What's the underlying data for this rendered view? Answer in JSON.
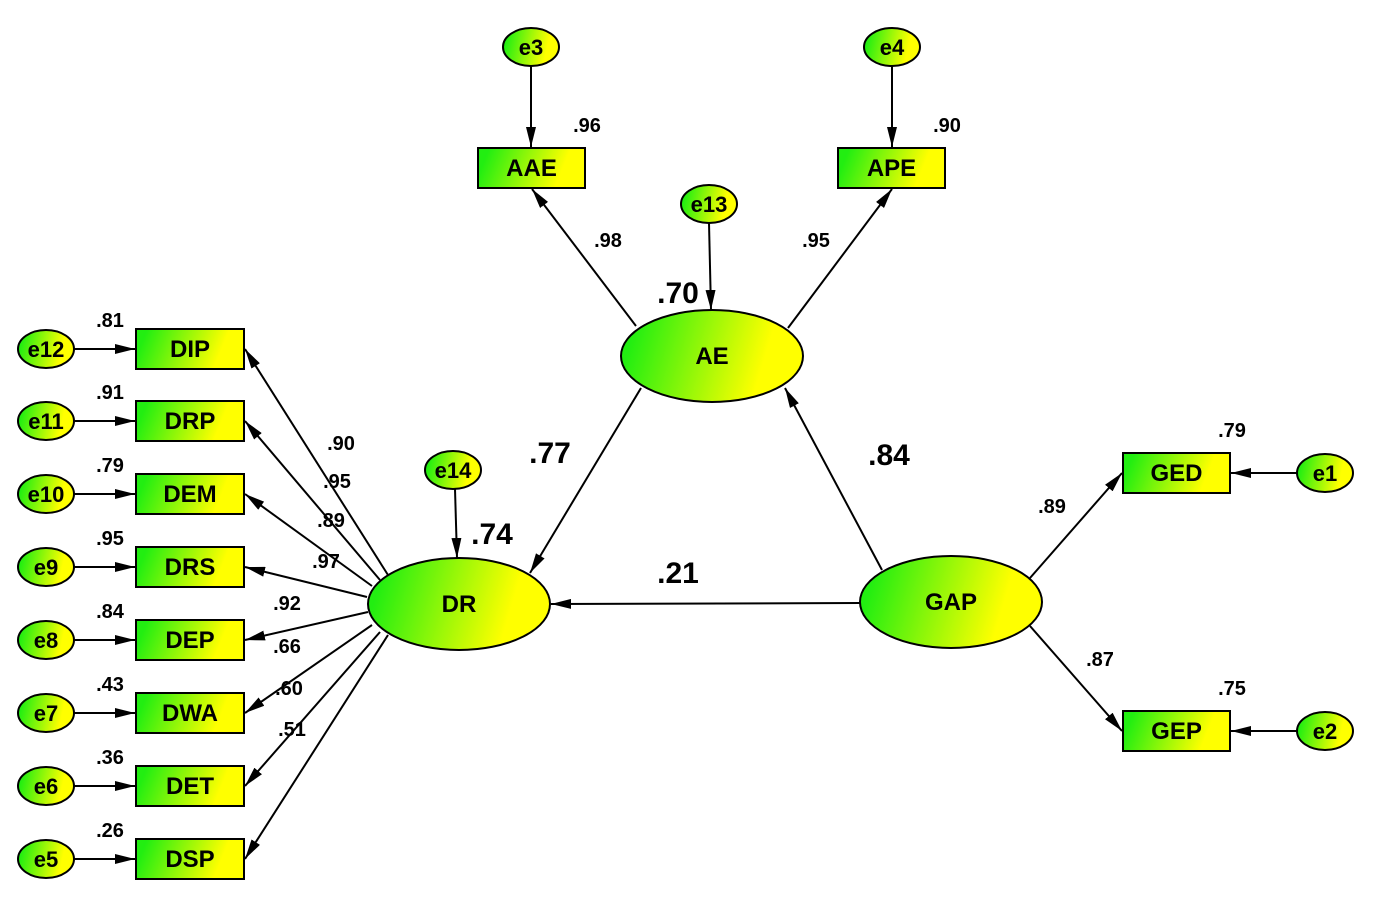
{
  "colors": {
    "gradient_start": "#22ee11",
    "gradient_end": "#ffff00",
    "stroke": "#000000"
  },
  "latent": [
    {
      "id": "DR",
      "label": "DR",
      "r2": ".74"
    },
    {
      "id": "AE",
      "label": "AE",
      "r2": ".70"
    },
    {
      "id": "GAP",
      "label": "GAP"
    }
  ],
  "observed": [
    {
      "id": "DIP",
      "label": "DIP",
      "r2": ".81",
      "error": "e12",
      "loading": ".90"
    },
    {
      "id": "DRP",
      "label": "DRP",
      "r2": ".91",
      "error": "e11",
      "loading": ".95"
    },
    {
      "id": "DEM",
      "label": "DEM",
      "r2": ".79",
      "error": "e10",
      "loading": ".89"
    },
    {
      "id": "DRS",
      "label": "DRS",
      "r2": ".95",
      "error": "e9",
      "loading": ".97"
    },
    {
      "id": "DEP",
      "label": "DEP",
      "r2": ".84",
      "error": "e8",
      "loading": ".92"
    },
    {
      "id": "DWA",
      "label": "DWA",
      "r2": ".43",
      "error": "e7",
      "loading": ".66"
    },
    {
      "id": "DET",
      "label": "DET",
      "r2": ".36",
      "error": "e6",
      "loading": ".60"
    },
    {
      "id": "DSP",
      "label": "DSP",
      "r2": ".26",
      "error": "e5",
      "loading": ".51"
    },
    {
      "id": "AAE",
      "label": "AAE",
      "r2": ".96",
      "error": "e3",
      "loading": ".98"
    },
    {
      "id": "APE",
      "label": "APE",
      "r2": ".90",
      "error": "e4",
      "loading": ".95"
    },
    {
      "id": "GED",
      "label": "GED",
      "r2": ".79",
      "error": "e1",
      "loading": ".89"
    },
    {
      "id": "GEP",
      "label": "GEP",
      "r2": ".75",
      "error": "e2",
      "loading": ".87"
    }
  ],
  "disturbances": [
    {
      "id": "e13",
      "label": "e13",
      "target": "AE"
    },
    {
      "id": "e14",
      "label": "e14",
      "target": "DR"
    }
  ],
  "structural_paths": [
    {
      "from": "AE",
      "to": "DR",
      "coef": ".77"
    },
    {
      "from": "GAP",
      "to": "AE",
      "coef": ".84"
    },
    {
      "from": "GAP",
      "to": "DR",
      "coef": ".21"
    }
  ]
}
